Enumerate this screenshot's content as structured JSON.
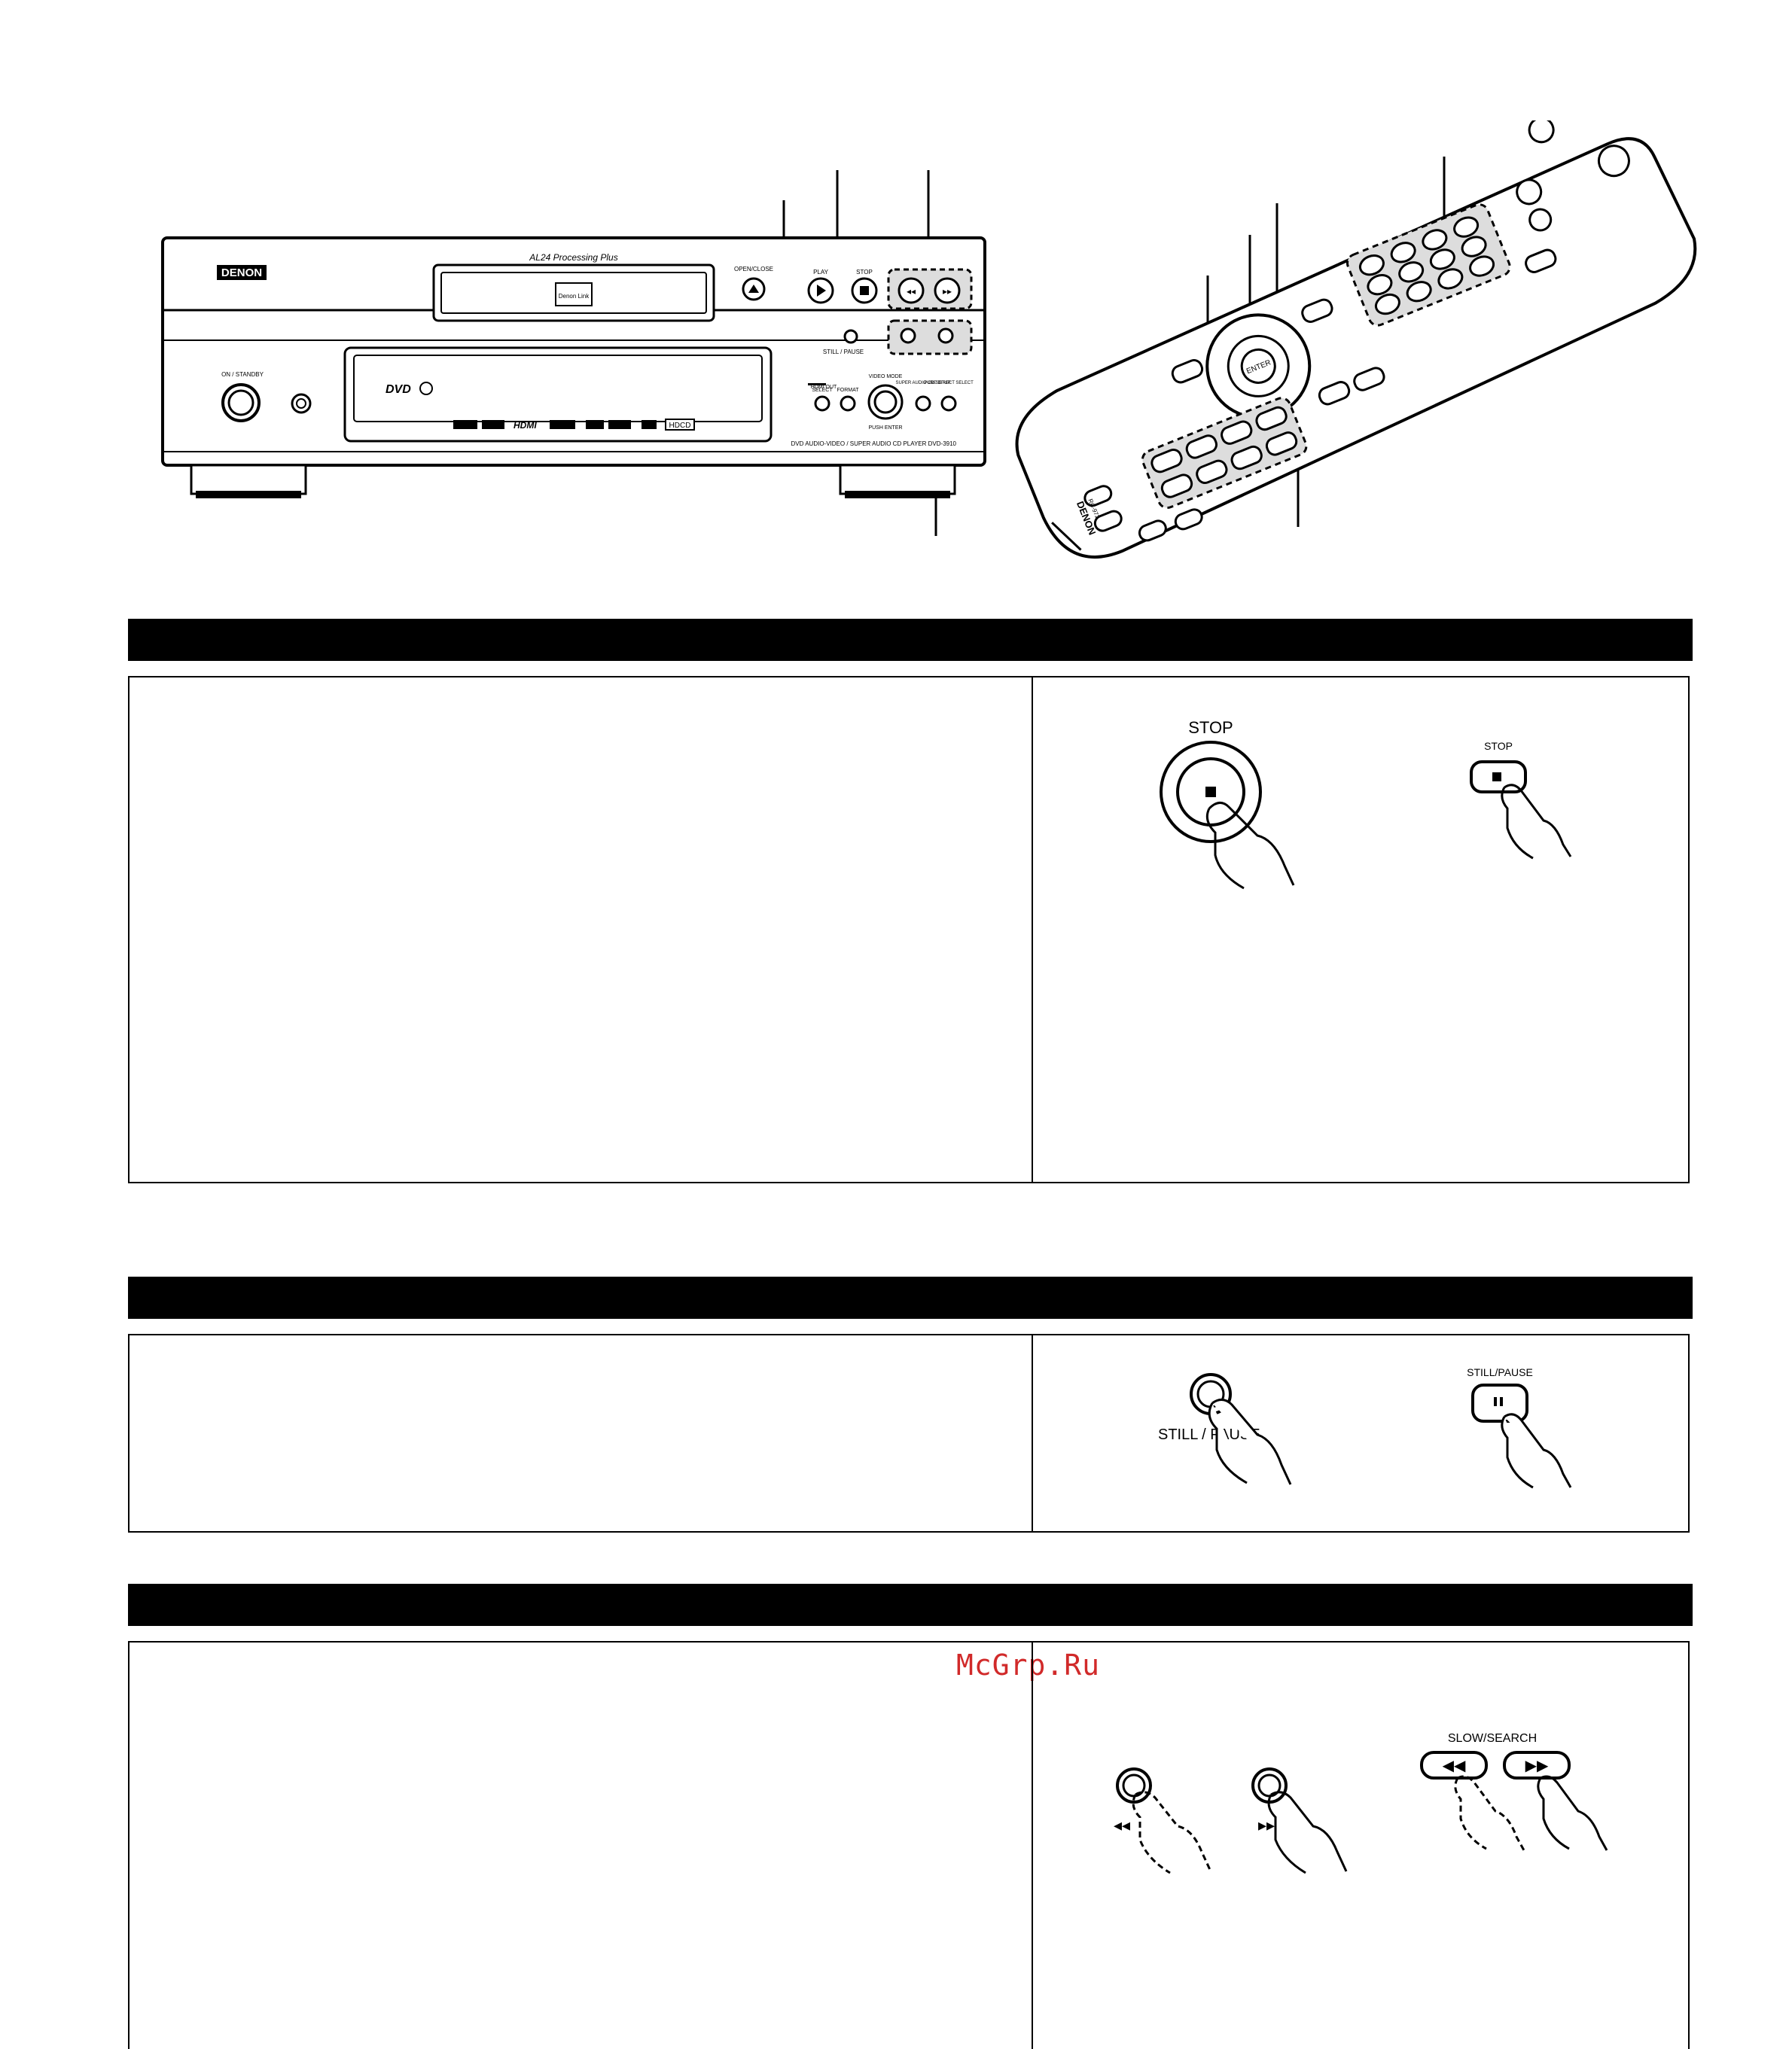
{
  "device": {
    "brand": "DENON",
    "processing_label": "AL24 Processing Plus",
    "denon_link_label": "Denon Link",
    "open_close_label": "OPEN/CLOSE",
    "play_label": "PLAY",
    "stop_label": "STOP",
    "still_pause_label": "STILL / PAUSE",
    "on_standby_label": "ON / STANDBY",
    "hdmi_out_label": "HDMI OUT",
    "select_label": "SELECT",
    "format_label": "FORMAT",
    "video_mode_label": "VIDEO MODE",
    "push_enter_label": "PUSH ENTER",
    "super_audio_label": "SUPER AUDIO CD SETUP",
    "pure_direct_label": "PURE DIRECT SELECT",
    "model_label": "DVD AUDIO-VIDEO / SUPER AUDIO CD PLAYER DVD-3910",
    "hdmi_logo": "HDMI",
    "hdcd_logo": "HDCD",
    "dvd_logo": "DVD"
  },
  "remote": {
    "brand": "DENON",
    "model": "RC-972",
    "enter_label": "ENTER"
  },
  "sections": {
    "stop_section": {
      "main_label": "STOP",
      "remote_label": "STOP"
    },
    "pause_section": {
      "main_label": "STILL / PAUSE",
      "remote_label": "STILL/PAUSE"
    },
    "search_section": {
      "remote_label": "SLOW/SEARCH"
    }
  },
  "watermark": "McGrp.Ru"
}
